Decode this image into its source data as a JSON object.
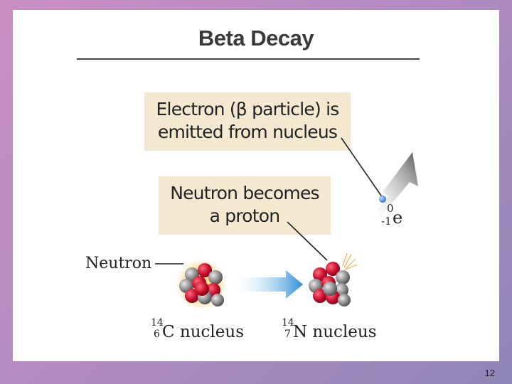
{
  "slide": {
    "title": "Beta Decay",
    "box_electron": [
      "Electron (β particle) is",
      "emitted from nucleus"
    ],
    "box_neutron": [
      "Neutron becomes",
      "a proton"
    ],
    "neutron_label": "Neutron",
    "electron_symbol": {
      "mass": "0",
      "charge": "-1",
      "symbol": "e"
    },
    "carbon": {
      "mass": "14",
      "atomic": "6",
      "symbol": "C",
      "text": " nucleus"
    },
    "nitrogen": {
      "mass": "14",
      "atomic": "7",
      "symbol": "N",
      "text": " nucleus"
    },
    "page_number": "12"
  },
  "colors": {
    "proton": "#c8102e",
    "neutron": "#8c8c8c",
    "box_fill": "#f4e9d0",
    "arrow": "#2a8fd8"
  }
}
